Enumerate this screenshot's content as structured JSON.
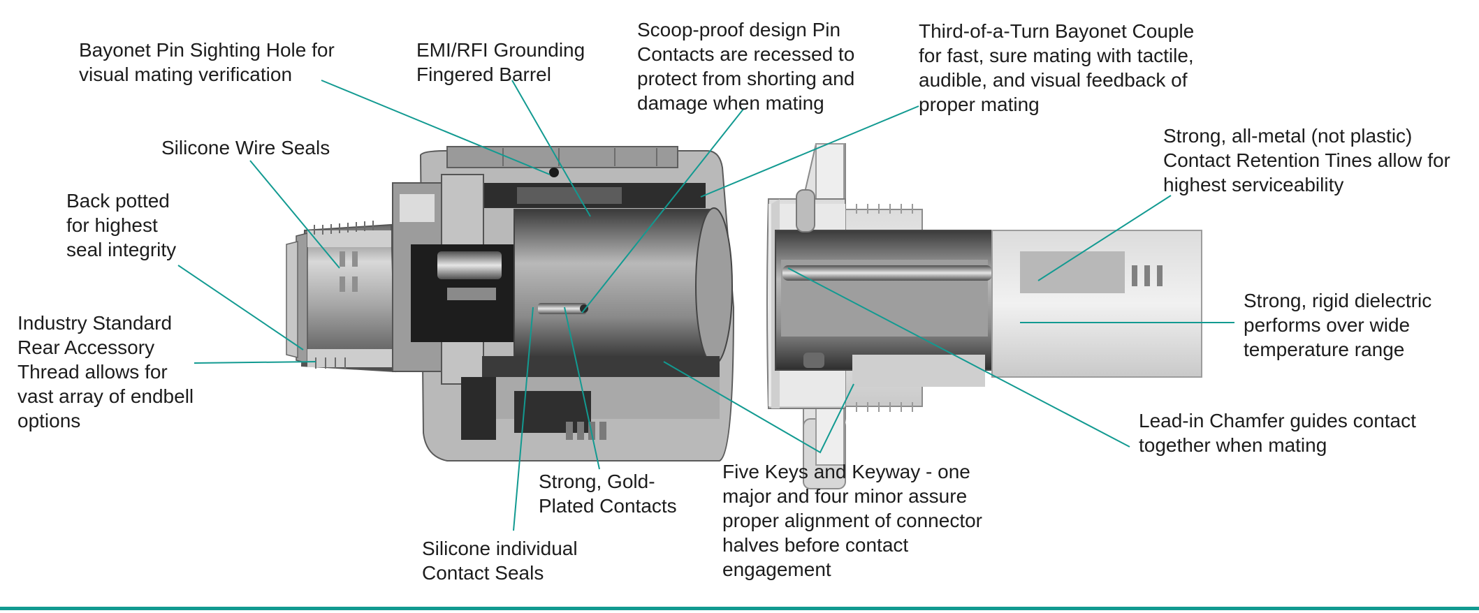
{
  "accent_color": "#129a91",
  "callouts": {
    "sighting_hole": [
      "Bayonet Pin Sighting Hole for",
      "visual mating verification"
    ],
    "emi_barrel": [
      "EMI/RFI Grounding",
      "Fingered Barrel"
    ],
    "scoop_proof": [
      "Scoop-proof design Pin",
      "Contacts are recessed to",
      "protect from shorting and",
      "damage when mating"
    ],
    "bayonet_couple": [
      "Third-of-a-Turn Bayonet Couple",
      "for fast, sure mating with tactile,",
      "audible, and visual feedback of",
      "proper mating"
    ],
    "wire_seals": [
      "Silicone Wire Seals"
    ],
    "back_potted": [
      "Back potted",
      "for highest",
      "seal integrity"
    ],
    "retention_tines": [
      "Strong, all-metal (not plastic)",
      "Contact Retention Tines allow for",
      "highest serviceability"
    ],
    "rear_thread": [
      "Industry Standard",
      "Rear Accessory",
      "Thread allows for",
      "vast array of endbell",
      "options"
    ],
    "dielectric": [
      "Strong, rigid dielectric",
      "performs over wide",
      "temperature range"
    ],
    "lead_in": [
      "Lead-in Chamfer guides contact",
      "together when mating"
    ],
    "gold_contacts": [
      "Strong, Gold-",
      "Plated Contacts"
    ],
    "keys": [
      "Five Keys and Keyway - one",
      "major and four minor assure",
      "proper alignment of connector",
      "halves before contact",
      "engagement"
    ],
    "contact_seals": [
      "Silicone individual",
      "Contact Seals"
    ]
  }
}
